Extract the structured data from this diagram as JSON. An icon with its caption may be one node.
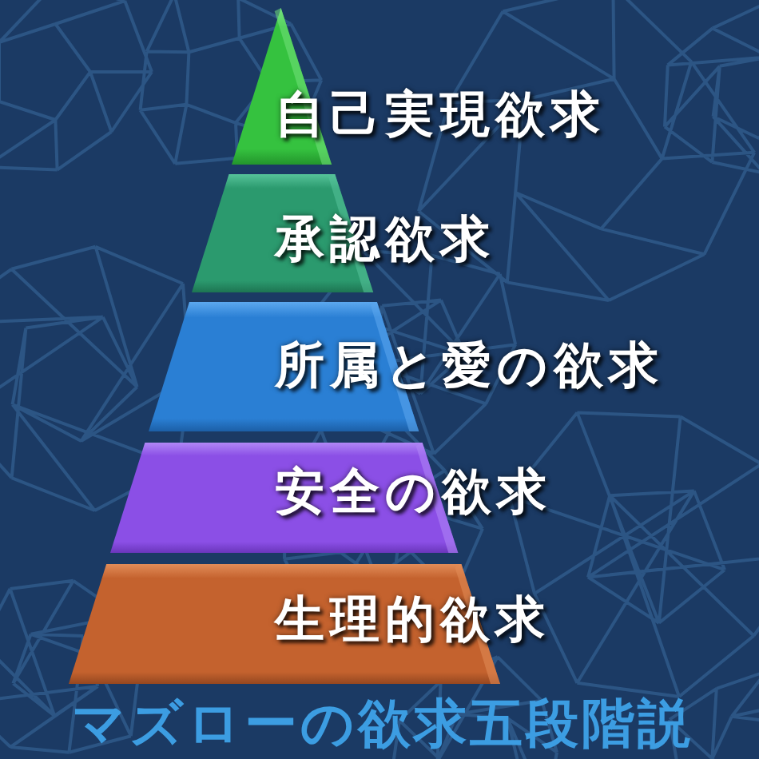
{
  "diagram": {
    "caption": "マズローの欲求五段階説",
    "nodes": [
      {
        "text": [
          "自己実現欲求"
        ]
      },
      {
        "text": [
          "承認欲求"
        ]
      },
      {
        "text": [
          "所属と愛の欲求"
        ]
      },
      {
        "text": [
          "安全の欲求"
        ]
      },
      {
        "text": [
          "生理的欲求"
        ]
      }
    ]
  }
}
